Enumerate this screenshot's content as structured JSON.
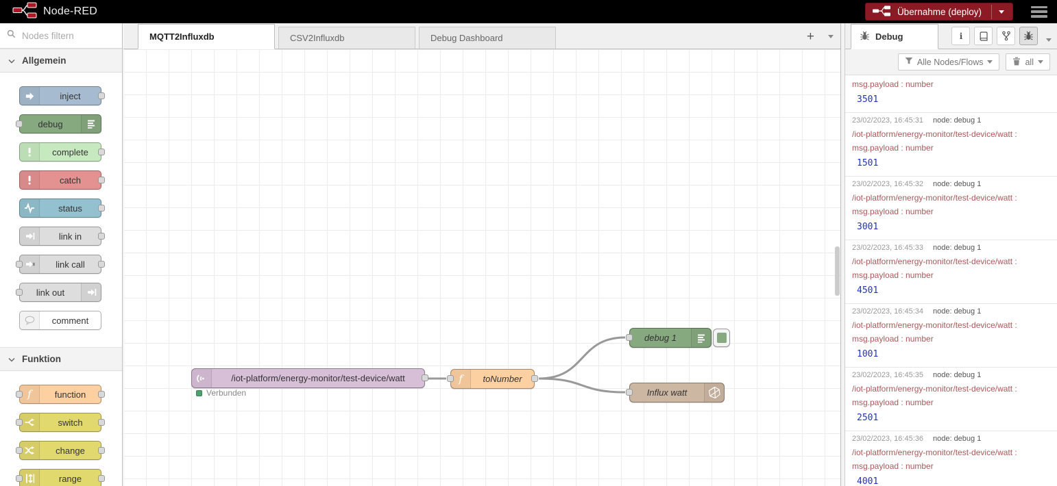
{
  "header": {
    "app_title": "Node-RED",
    "deploy_label": "Übernahme (deploy)",
    "deploy_icon": "deploy-nodes-icon",
    "menu_icon": "hamburger-menu-icon",
    "logo_icon": "node-red-logo-icon"
  },
  "palette": {
    "search_placeholder": "Nodes filtern",
    "search_icon": "search-icon",
    "sections": [
      {
        "label": "Allgemein",
        "nodes": [
          {
            "label": "inject",
            "color": "#a6bbcf",
            "icon": "inject-icon",
            "icon_side": "left",
            "ports": "right"
          },
          {
            "label": "debug",
            "color": "#87a980",
            "icon": "debug-list-icon",
            "icon_side": "right",
            "ports": "left"
          },
          {
            "label": "complete",
            "color": "#c7e9c0",
            "icon": "exclamation-icon",
            "icon_side": "left",
            "ports": "right"
          },
          {
            "label": "catch",
            "color": "#e49191",
            "icon": "exclamation-icon",
            "icon_side": "left",
            "ports": "right"
          },
          {
            "label": "status",
            "color": "#94c1d0",
            "icon": "status-pulse-icon",
            "icon_side": "left",
            "ports": "right"
          },
          {
            "label": "link in",
            "color": "#dddddd",
            "icon": "link-icon",
            "icon_side": "left",
            "ports": "right"
          },
          {
            "label": "link call",
            "color": "#dddddd",
            "icon": "link-call-icon",
            "icon_side": "left",
            "ports": "both"
          },
          {
            "label": "link out",
            "color": "#dddddd",
            "icon": "link-icon",
            "icon_side": "right",
            "ports": "left"
          },
          {
            "label": "comment",
            "color": "#ffffff",
            "icon": "comment-icon",
            "icon_side": "left",
            "ports": "none"
          }
        ]
      },
      {
        "label": "Funktion",
        "nodes": [
          {
            "label": "function",
            "color": "#fdd0a2",
            "icon": "function-f-icon",
            "icon_side": "left",
            "ports": "both"
          },
          {
            "label": "switch",
            "color": "#e2d96e",
            "icon": "switch-icon",
            "icon_side": "left",
            "ports": "both"
          },
          {
            "label": "change",
            "color": "#e2d96e",
            "icon": "change-icon",
            "icon_side": "left",
            "ports": "both"
          },
          {
            "label": "range",
            "color": "#e2d96e",
            "icon": "range-icon",
            "icon_side": "left",
            "ports": "both"
          }
        ]
      }
    ]
  },
  "workspace": {
    "tabs": [
      {
        "label": "MQTT2Influxdb",
        "active": true
      },
      {
        "label": "CSV2Influxdb",
        "active": false
      },
      {
        "label": "Debug Dashboard",
        "active": false
      }
    ],
    "add_flow_label": "+",
    "flow": {
      "mqtt": {
        "label": "/iot-platform/energy-monitor/test-device/watt",
        "status": "Verbunden",
        "color": "#d8bfd8",
        "status_color": "#4E9F6E",
        "icon": "mqtt-radio-icon"
      },
      "function": {
        "label": "toNumber",
        "color": "#fdd0a2",
        "icon": "function-f-icon"
      },
      "debug": {
        "label": "debug 1",
        "color": "#87a980",
        "icon": "debug-list-icon"
      },
      "influx": {
        "label": "Influx watt",
        "color": "#ccb7a3",
        "icon": "influxdb-icon"
      }
    }
  },
  "sidebar": {
    "tab_label": "Debug",
    "tab_icon": "bug-icon",
    "header_buttons": [
      {
        "icon": "info-icon",
        "active": false
      },
      {
        "icon": "book-icon",
        "active": false
      },
      {
        "icon": "git-branch-icon",
        "active": false
      },
      {
        "icon": "bug-icon",
        "active": true
      }
    ],
    "filter_label": "Alle Nodes/Flows",
    "filter_icon": "funnel-icon",
    "trash_label": "all",
    "trash_icon": "trash-icon",
    "messages": [
      {
        "timestamp": "",
        "node": "",
        "topic": "",
        "meta": "msg.payload : number",
        "value": "3501"
      },
      {
        "timestamp": "23/02/2023, 16:45:31",
        "node": "node: debug 1",
        "topic": "/iot-platform/energy-monitor/test-device/watt :",
        "meta": "msg.payload : number",
        "value": "1501"
      },
      {
        "timestamp": "23/02/2023, 16:45:32",
        "node": "node: debug 1",
        "topic": "/iot-platform/energy-monitor/test-device/watt :",
        "meta": "msg.payload : number",
        "value": "3001"
      },
      {
        "timestamp": "23/02/2023, 16:45:33",
        "node": "node: debug 1",
        "topic": "/iot-platform/energy-monitor/test-device/watt :",
        "meta": "msg.payload : number",
        "value": "4501"
      },
      {
        "timestamp": "23/02/2023, 16:45:34",
        "node": "node: debug 1",
        "topic": "/iot-platform/energy-monitor/test-device/watt :",
        "meta": "msg.payload : number",
        "value": "1001"
      },
      {
        "timestamp": "23/02/2023, 16:45:35",
        "node": "node: debug 1",
        "topic": "/iot-platform/energy-monitor/test-device/watt :",
        "meta": "msg.payload : number",
        "value": "2501"
      },
      {
        "timestamp": "23/02/2023, 16:45:36",
        "node": "node: debug 1",
        "topic": "/iot-platform/energy-monitor/test-device/watt :",
        "meta": "msg.payload : number",
        "value": "4001"
      }
    ]
  },
  "colors": {
    "header_bg": "#000000",
    "deploy_button": "#8C1A24",
    "brand_red": "#AD1625",
    "wire": "#999999",
    "debug_value_blue": "#2030CC",
    "debug_topic_red": "#A9595A",
    "status_green": "#4E9F6E"
  }
}
